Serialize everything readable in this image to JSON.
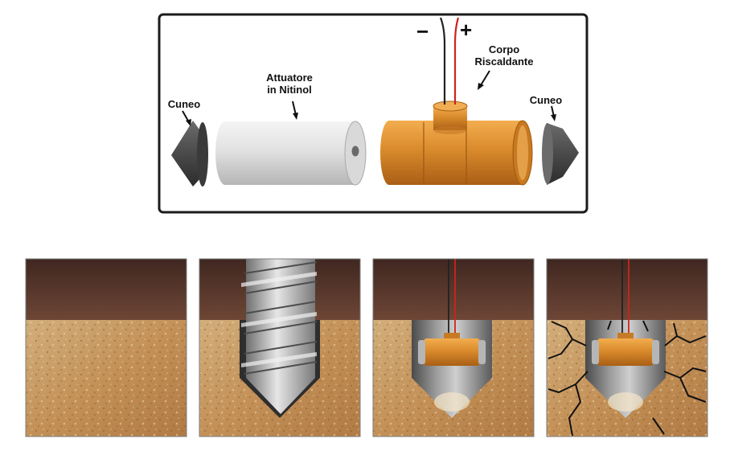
{
  "labels": {
    "wedge_left": "Cuneo",
    "wedge_right": "Cuneo",
    "actuator_line1": "Attuatore",
    "actuator_line2": "in Nitinol",
    "heater_line1": "Corpo",
    "heater_line2": "Riscaldante",
    "minus": "−",
    "plus": "+"
  },
  "colors": {
    "copper": "#d98a2b",
    "rock": "#c89a5f",
    "soil": "#5e3a2c",
    "wire_red": "#c8261f",
    "wire_black": "#222222"
  }
}
